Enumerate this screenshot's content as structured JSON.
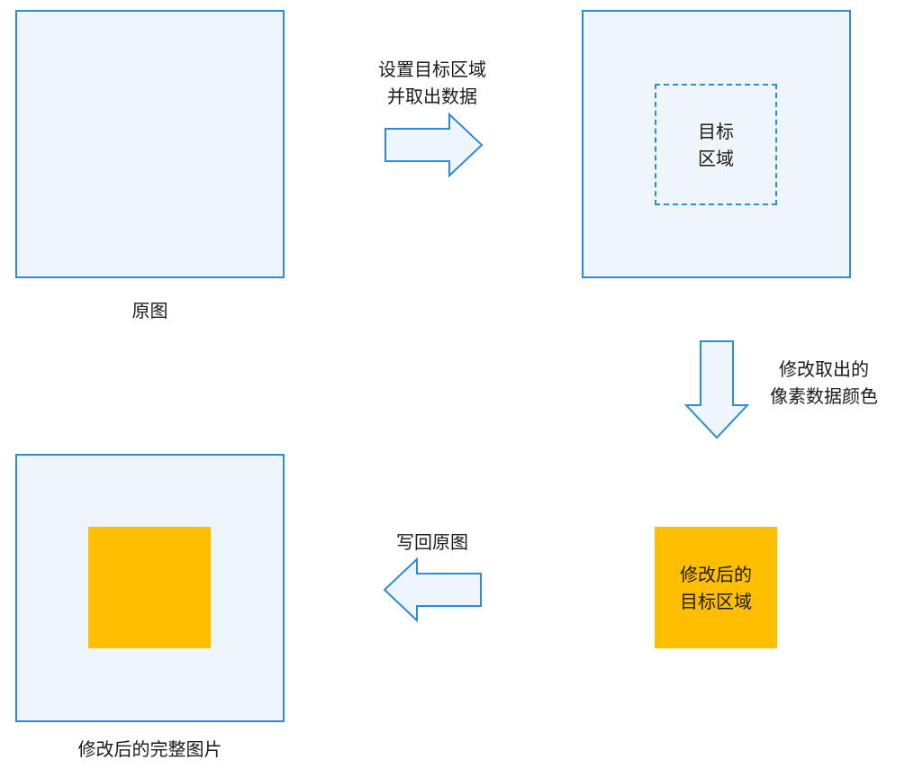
{
  "colors": {
    "fill": "#EEF6FC",
    "stroke": "#2E8BD6",
    "orange": "#FFBF00",
    "text": "#1a1a1a"
  },
  "original": {
    "label": "原图"
  },
  "step1": {
    "line1": "设置目标区域",
    "line2": "并取出数据"
  },
  "target": {
    "line1": "目标",
    "line2": "区域"
  },
  "step2": {
    "line1": "修改取出的",
    "line2": "像素数据颜色"
  },
  "modified": {
    "line1": "修改后的",
    "line2": "目标区域"
  },
  "step3": {
    "label": "写回原图"
  },
  "final": {
    "label": "修改后的完整图片"
  },
  "icons": {
    "right": "arrow-right-icon",
    "down": "arrow-down-icon",
    "left": "arrow-left-icon"
  }
}
